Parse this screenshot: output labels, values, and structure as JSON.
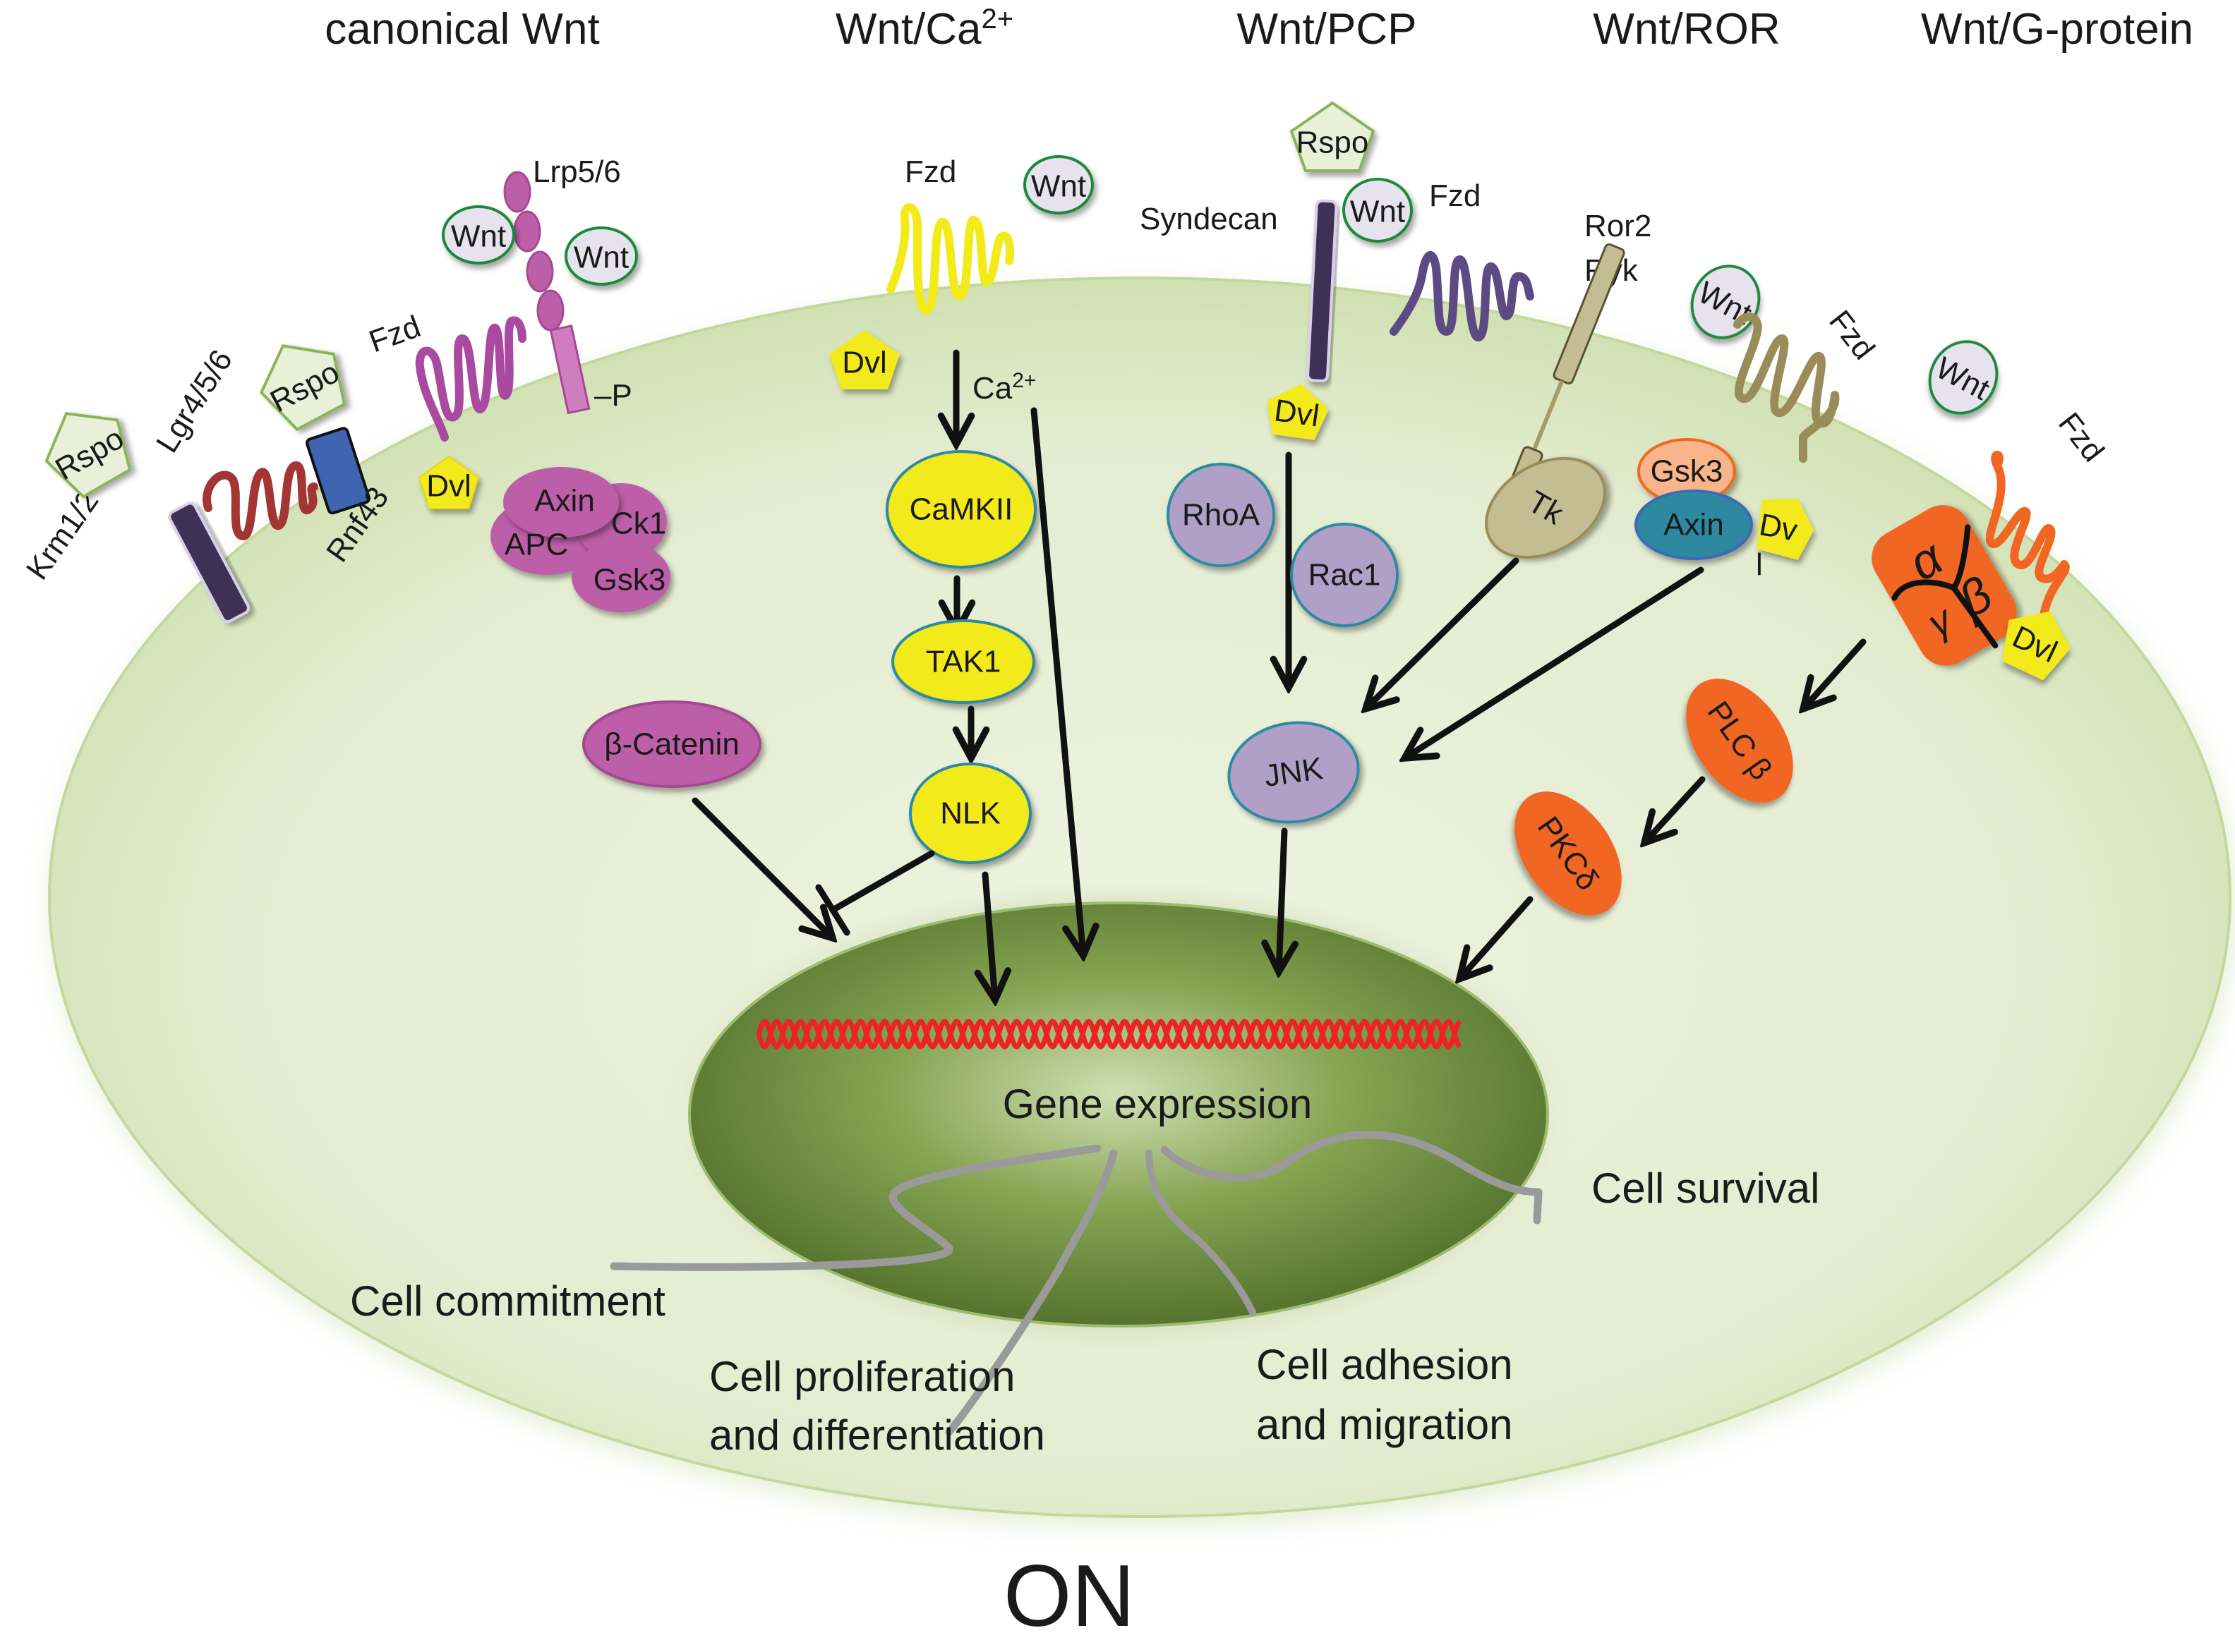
{
  "figure": {
    "state_label": "ON",
    "colors": {
      "cytoplasm": "#d4e4b8",
      "nucleus": "#5a7a30",
      "dna": "#ee2222",
      "wnt_fill": "#e6e2ee",
      "wnt_stroke": "#1e8a3a",
      "rspo_fill": "#e8f0da",
      "rspo_stroke": "#8ab454",
      "canonical": "#bd5fa8",
      "ca_yellow": "#f3ea1a",
      "pcp_purple": "#b0a0c8",
      "ror_tan": "#c3bd94",
      "gprotein_orange": "#f06622",
      "arrow": "#111111",
      "outcome_line": "#9a9a9a"
    }
  },
  "pathways": [
    {
      "id": "canonical",
      "title": "canonical Wnt"
    },
    {
      "id": "ca",
      "title": "Wnt/Ca",
      "superscript": "2+"
    },
    {
      "id": "pcp",
      "title": "Wnt/PCP"
    },
    {
      "id": "ror",
      "title": "Wnt/ROR"
    },
    {
      "id": "gprotein",
      "title": "Wnt/G-protein"
    }
  ],
  "canonical": {
    "krm": "Krm1/2",
    "rspo1": "Rspo",
    "lgr": "Lgr4/5/6",
    "rspo2": "Rspo",
    "rnf43": "Rnf43",
    "fzd": "Fzd",
    "lrp": "Lrp5/6",
    "wnt1": "Wnt",
    "wnt2": "Wnt",
    "phospho": "P",
    "dvl": "Dvl",
    "axin": "Axin",
    "apc": "APC",
    "ck1": "Ck1",
    "gsk3": "Gsk3",
    "bcatenin": "β-Catenin"
  },
  "ca": {
    "fzd": "Fzd",
    "wnt": "Wnt",
    "dvl": "Dvl",
    "ion": "Ca",
    "ion_sup": "2+",
    "camkii": "CaMKII",
    "tak1": "TAK1",
    "nlk": "NLK"
  },
  "pcp": {
    "rspo": "Rspo",
    "syndecan": "Syndecan",
    "wnt": "Wnt",
    "fzd": "Fzd",
    "dvl": "Dvl",
    "rhoa": "RhoA",
    "rac1": "Rac1",
    "jnk": "JNK"
  },
  "ror": {
    "receptor_line1": "Ror2",
    "receptor_line2": "Ryk",
    "wnt": "Wnt",
    "fzd": "Fzd",
    "tk": "Tk",
    "gsk3": "Gsk3",
    "axin": "Axin",
    "dvl": "Dv",
    "dvl_tail": "l"
  },
  "gprotein": {
    "wnt": "Wnt",
    "fzd": "Fzd",
    "alpha": "α",
    "beta": "β",
    "gamma": "γ",
    "dvl": "Dvl",
    "plc": "PLC β",
    "pkc": "PKCδ"
  },
  "nucleus": {
    "label": "Gene expression"
  },
  "outcomes": {
    "commitment": "Cell commitment",
    "proliferation_line1": "Cell proliferation",
    "proliferation_line2": "and differentiation",
    "adhesion_line1": "Cell adhesion",
    "adhesion_line2": "and migration",
    "survival": "Cell survival"
  }
}
